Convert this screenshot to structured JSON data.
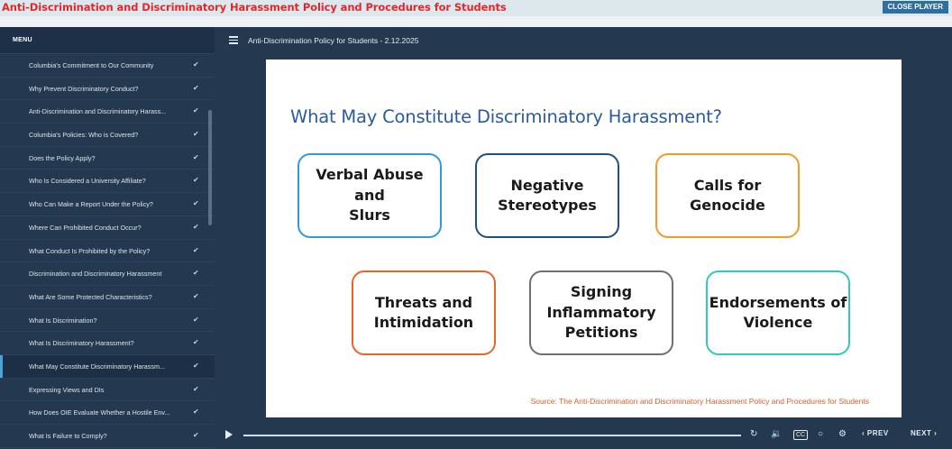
{
  "header": {
    "course_title": "Anti-Discrimination and Discriminatory Harassment Policy and Procedures for Students",
    "close_label": "CLOSE PLAYER"
  },
  "sidebar": {
    "menu_label": "MENU",
    "items": [
      {
        "label": "Columbia's Commitment to Our Community"
      },
      {
        "label": "Why Prevent Discriminatory Conduct?"
      },
      {
        "label": "Anti-Discrimination and Discriminatory Harass..."
      },
      {
        "label": "Columbia's Policies: Who is Covered?"
      },
      {
        "label": "Does the Policy Apply?"
      },
      {
        "label": "Who Is Considered a University Affiliate?"
      },
      {
        "label": "Who Can Make a Report Under the Policy?"
      },
      {
        "label": "Where Can Prohibited Conduct Occur?"
      },
      {
        "label": "What Conduct Is Prohibited by the Policy?"
      },
      {
        "label": "Discrimination and Discriminatory Harassment"
      },
      {
        "label": "What Are Some Protected Characteristics?"
      },
      {
        "label": "What Is Discrimination?"
      },
      {
        "label": "What Is Discriminatory Harassment?"
      },
      {
        "label": "What May Constitute Discriminatory Harassm..."
      },
      {
        "label": "Expressing Views and DIs"
      },
      {
        "label": "How Does OIE Evaluate Whether a Hostile Env..."
      },
      {
        "label": "What Is Failure to Comply?"
      }
    ],
    "active_index": 13,
    "check_icon": "check-icon"
  },
  "main": {
    "lesson_title": "Anti-Discrimination Policy for Students - 2.12.2025"
  },
  "slide": {
    "title": "What May Constitute Discriminatory Harassment?",
    "boxes": [
      {
        "text": "Verbal Abuse and\nSlurs",
        "color": "#2e9bd6"
      },
      {
        "text": "Negative\nStereotypes",
        "color": "#1f4e8c"
      },
      {
        "text": "Calls for\nGenocide",
        "color": "#f39a28"
      },
      {
        "text": "Threats and\nIntimidation",
        "color": "#e8652a"
      },
      {
        "text": "Signing\nInflammatory\nPetitions",
        "color": "#707070"
      },
      {
        "text": "Endorsements of\nViolence",
        "color": "#34c6c0"
      }
    ],
    "source": "Source: The Anti-Discrimination and Discriminatory Harassment Policy and Procedures for Students"
  },
  "controls": {
    "progress": 1.0,
    "prev_label": "PREV",
    "next_label": "NEXT",
    "icons": [
      "play-icon",
      "replay-icon",
      "volume-icon",
      "captions-icon",
      "playback-speed-icon",
      "settings-icon"
    ]
  },
  "colors": {
    "title_red": "#e3282c",
    "player_bg": "#243950",
    "accent_blue": "#4fa3d8",
    "slide_title": "#2a5aa0",
    "source_orange": "#e05b2a"
  }
}
